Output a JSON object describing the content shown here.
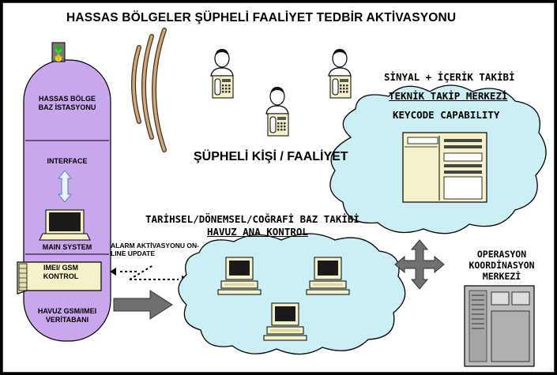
{
  "title": "HASSAS BÖLGELER ŞÜPHELİ FAALİYET TEDBİR AKTİVASYONU",
  "left_column": {
    "station_label": "HASSAS BÖLGE BAZ İSTASYONU",
    "interface_label": "INTERFACE",
    "main_system_label": "MAIN SYSTEM",
    "imei_label": "IMEI/ GSM KONTROL",
    "database_label": "HAVUZ GSM/IMEI VERİTABANI"
  },
  "alarm_label": "ALARM AKTİVASYONU ON-LINE UPDATE",
  "suspect_label": "ŞÜPHELİ KİŞİ / FAALİYET",
  "tech_center": {
    "line1": "SİNYAL + İÇERİK TAKİBİ",
    "line2": "TEKNİK TAKİP MERKEZİ",
    "line3": "KEYCODE CAPABILITY"
  },
  "pool": {
    "line1": "TARİHSEL/DÖNEMSEL/COĞRAFİ BAZ TAKİBİ",
    "line2": "HAVUZ ANA KONTROL"
  },
  "ops_center": "OPERASYON KOORDİNASYON MERKEZİ",
  "colors": {
    "column_fill": "#c9a6ee",
    "cloud_fill": "#cceef5",
    "arrow_fill": "#6f6f6f",
    "computer_fill": "#f5f1c9"
  }
}
